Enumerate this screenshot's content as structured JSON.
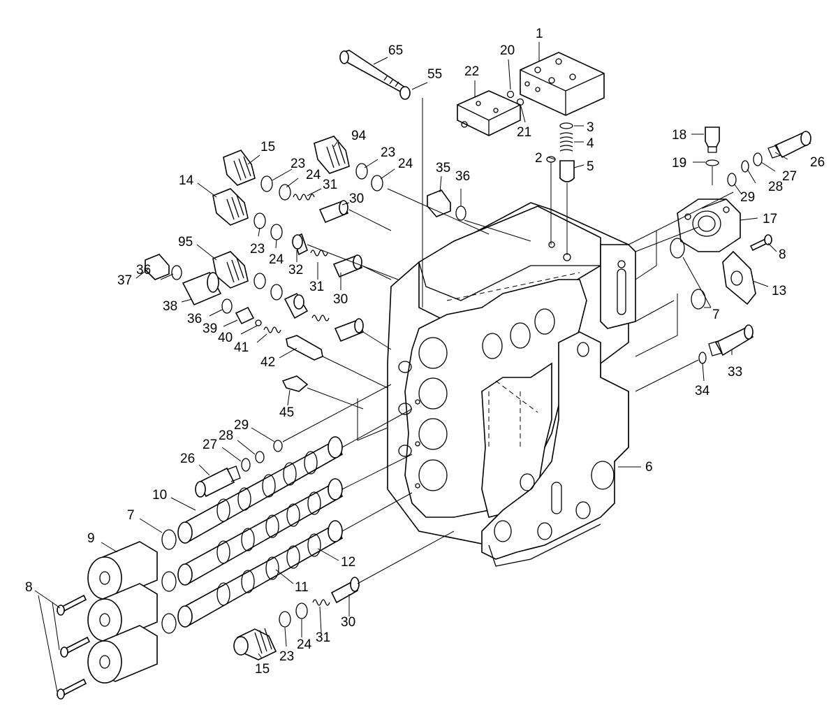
{
  "callouts": [
    {
      "id": "c65",
      "text": "65"
    },
    {
      "id": "c55",
      "text": "55"
    },
    {
      "id": "c20",
      "text": "20"
    },
    {
      "id": "c1",
      "text": "1"
    },
    {
      "id": "c22",
      "text": "22"
    },
    {
      "id": "c21",
      "text": "21"
    },
    {
      "id": "c3",
      "text": "3"
    },
    {
      "id": "c4",
      "text": "4"
    },
    {
      "id": "c2",
      "text": "2"
    },
    {
      "id": "c5",
      "text": "5"
    },
    {
      "id": "c18",
      "text": "18"
    },
    {
      "id": "c19",
      "text": "19"
    },
    {
      "id": "c26a",
      "text": "26"
    },
    {
      "id": "c27a",
      "text": "27"
    },
    {
      "id": "c28a",
      "text": "28"
    },
    {
      "id": "c29a",
      "text": "29"
    },
    {
      "id": "c17",
      "text": "17"
    },
    {
      "id": "c8a",
      "text": "8"
    },
    {
      "id": "c13",
      "text": "13"
    },
    {
      "id": "c7a",
      "text": "7"
    },
    {
      "id": "c33",
      "text": "33"
    },
    {
      "id": "c34",
      "text": "34"
    },
    {
      "id": "c6",
      "text": "6"
    },
    {
      "id": "c15a",
      "text": "15"
    },
    {
      "id": "c94",
      "text": "94"
    },
    {
      "id": "c23a",
      "text": "23"
    },
    {
      "id": "c24a",
      "text": "24"
    },
    {
      "id": "c23b",
      "text": "23"
    },
    {
      "id": "c24b",
      "text": "24"
    },
    {
      "id": "c31a",
      "text": "31"
    },
    {
      "id": "c35",
      "text": "35"
    },
    {
      "id": "c36a",
      "text": "36"
    },
    {
      "id": "c14",
      "text": "14"
    },
    {
      "id": "c30a",
      "text": "30"
    },
    {
      "id": "c23c",
      "text": "23"
    },
    {
      "id": "c24c",
      "text": "24"
    },
    {
      "id": "c32",
      "text": "32"
    },
    {
      "id": "c95",
      "text": "95"
    },
    {
      "id": "c31b",
      "text": "31"
    },
    {
      "id": "c30b",
      "text": "30"
    },
    {
      "id": "c37",
      "text": "37"
    },
    {
      "id": "c36b",
      "text": "36"
    },
    {
      "id": "c38",
      "text": "38"
    },
    {
      "id": "c36c",
      "text": "36"
    },
    {
      "id": "c39",
      "text": "39"
    },
    {
      "id": "c40",
      "text": "40"
    },
    {
      "id": "c41",
      "text": "41"
    },
    {
      "id": "c42",
      "text": "42"
    },
    {
      "id": "c45",
      "text": "45"
    },
    {
      "id": "c29b",
      "text": "29"
    },
    {
      "id": "c28b",
      "text": "28"
    },
    {
      "id": "c27b",
      "text": "27"
    },
    {
      "id": "c26b",
      "text": "26"
    },
    {
      "id": "c10",
      "text": "10"
    },
    {
      "id": "c7b",
      "text": "7"
    },
    {
      "id": "c9",
      "text": "9"
    },
    {
      "id": "c8b",
      "text": "8"
    },
    {
      "id": "c12",
      "text": "12"
    },
    {
      "id": "c11",
      "text": "11"
    },
    {
      "id": "c30c",
      "text": "30"
    },
    {
      "id": "c31c",
      "text": "31"
    },
    {
      "id": "c24d",
      "text": "24"
    },
    {
      "id": "c23d",
      "text": "23"
    },
    {
      "id": "c15b",
      "text": "15"
    }
  ]
}
